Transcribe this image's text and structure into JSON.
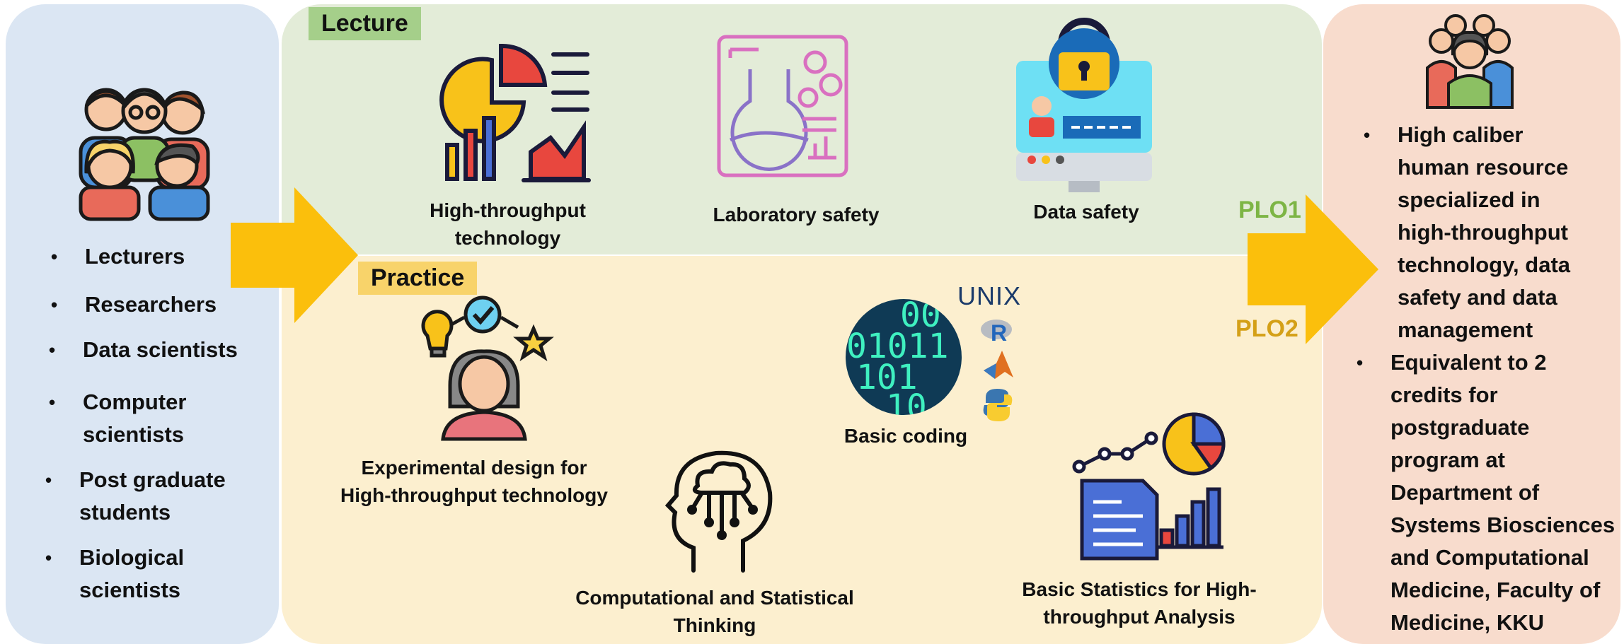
{
  "left": {
    "items": [
      {
        "text": "Lecturers"
      },
      {
        "text": "Researchers"
      },
      {
        "text": "Data scientists"
      },
      {
        "text": "Computer\nscientists"
      },
      {
        "text": "Post graduate\nstudents"
      },
      {
        "text": "Biological\nscientists"
      }
    ]
  },
  "lecture": {
    "tag": "Lecture",
    "items": [
      {
        "label": "High-throughput\ntechnology"
      },
      {
        "label": "Laboratory safety"
      },
      {
        "label": "Data safety"
      }
    ]
  },
  "practice": {
    "tag": "Practice",
    "items": [
      {
        "label": "Experimental design for\nHigh-throughput technology"
      },
      {
        "label": "Basic coding"
      },
      {
        "label": "Computational and Statistical\nThinking"
      },
      {
        "label": "Basic Statistics for High-\nthroughput Analysis"
      }
    ],
    "unix_logo": "UNIX",
    "r_logo": "R",
    "binary_text": [
      "00",
      "01011",
      "101",
      "10"
    ]
  },
  "plo": {
    "plo1": "PLO1",
    "plo2": "PLO2"
  },
  "right": {
    "items": [
      {
        "text": "High caliber\nhuman resource\nspecialized in\nhigh-throughput\ntechnology, data\nsafety and data\nmanagement"
      },
      {
        "text": "Equivalent to 2\ncredits for\npostgraduate\nprogram at\nDepartment of\nSystems Biosciences\nand Computational\nMedicine, Faculty of\nMedicine, KKU"
      }
    ]
  },
  "colors": {
    "left_bg": "#dbe6f3",
    "lecture_bg": "#e3ecd8",
    "practice_bg": "#fcefcf",
    "right_bg": "#f8dccd",
    "lecture_tag": "#a5cf8a",
    "practice_tag": "#f8d36a",
    "arrow": "#fbbf0c",
    "plo1": "#7db545",
    "plo2": "#d4a017"
  }
}
